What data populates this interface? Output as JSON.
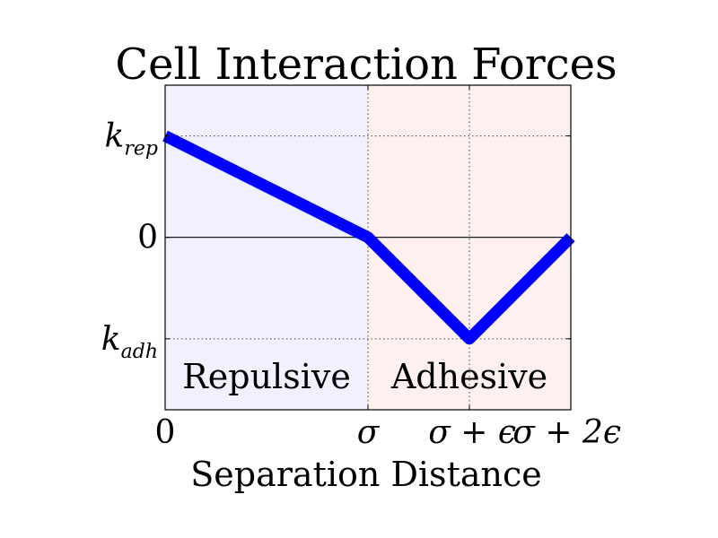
{
  "chart_data": {
    "type": "line",
    "title": "Cell Interaction Forces",
    "xlabel": "Separation Distance",
    "ylabel": "",
    "xlim": [
      0,
      4
    ],
    "ylim": [
      -1.7,
      1.5
    ],
    "x_ticks": [
      {
        "value": 0,
        "label": "0",
        "italic": false
      },
      {
        "value": 2,
        "label": "σ",
        "italic": true
      },
      {
        "value": 3,
        "label": "σ + ϵ",
        "italic": true
      },
      {
        "value": 4,
        "label": "σ + 2ϵ",
        "italic": true
      }
    ],
    "y_ticks": [
      {
        "value": 1,
        "main": "k",
        "sub": "rep"
      },
      {
        "value": 0,
        "main": "0",
        "sub": ""
      },
      {
        "value": -1,
        "main": "k",
        "sub": "adh"
      }
    ],
    "regions": [
      {
        "label": "Repulsive",
        "x_start": 0,
        "x_end": 2,
        "color": "#f0f0ff"
      },
      {
        "label": "Adhesive",
        "x_start": 2,
        "x_end": 4,
        "color": "#fff0f0"
      }
    ],
    "series": [
      {
        "x": [
          0,
          2,
          3,
          4
        ],
        "y": [
          1,
          0,
          -1,
          0
        ],
        "color": "#0000ff"
      }
    ],
    "grid": true
  }
}
